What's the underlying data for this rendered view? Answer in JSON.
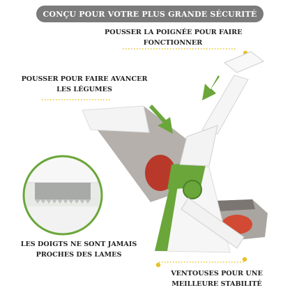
{
  "banner": {
    "title": "CONÇU POUR VOTRE PLUS GRANDE SÉCURITÉ"
  },
  "callouts": {
    "handle": {
      "line1": "POUSSER LA POIGNÉE POUR FAIRE",
      "line2": "FONCTIONNER"
    },
    "push": {
      "line1": "POUSSER POUR FAIRE AVANCER",
      "line2": "LES LÉGUMES"
    },
    "fingers": {
      "line1": "LES DOIGTS NE SONT JAMAIS",
      "line2": "PROCHES DES LAMES"
    },
    "suction": {
      "line1": "VENTOUSES POUR UNE",
      "line2": "MEILLEURE STABILITÉ"
    }
  },
  "colors": {
    "banner": "#7b7b7b",
    "accent_green": "#6aa63a",
    "dot_yellow": "#e5c227",
    "body_white": "#f7f7f7",
    "tray_gray": "#8a8580",
    "tomato": "#c8402c"
  }
}
